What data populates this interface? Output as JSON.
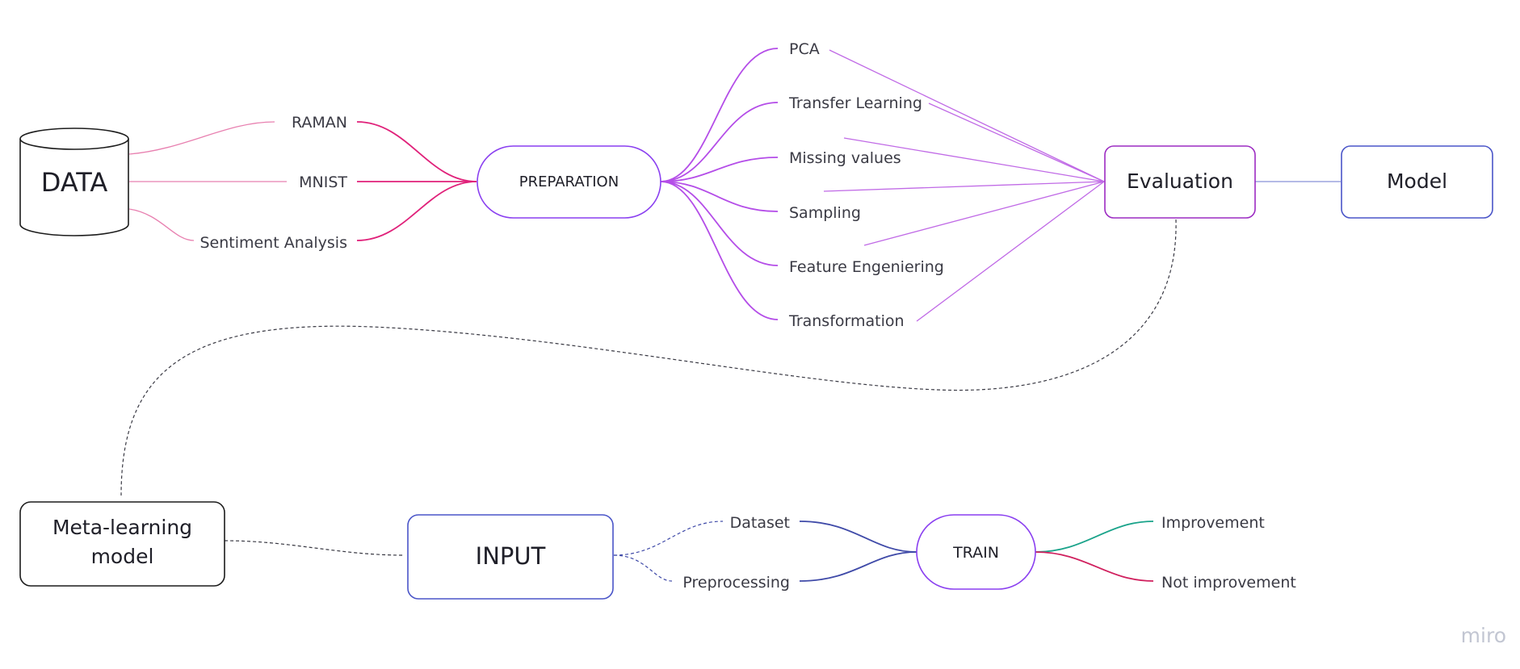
{
  "nodes": {
    "data": "DATA",
    "preparation": "PREPARATION",
    "evaluation": "Evaluation",
    "model": "Model",
    "meta_line1": "Meta-learning",
    "meta_line2": "model",
    "input": "INPUT",
    "train": "TRAIN"
  },
  "data_sources": [
    "RAMAN",
    "MNIST",
    "Sentiment Analysis"
  ],
  "preparation_steps": [
    "PCA",
    "Transfer Learning",
    "Missing values",
    "Sampling",
    "Feature Engeniering",
    "Transformation"
  ],
  "input_items": [
    "Dataset",
    "Preprocessing"
  ],
  "train_outcomes": [
    "Improvement",
    "Not improvement"
  ],
  "watermark": "miro",
  "colors": {
    "data_branch": "#e0217a",
    "data_branch_light": "#e880b0",
    "prep_branch": "#b44de8",
    "prep_node_border": "#8a3ff0",
    "eval_branch": "#c06ae6",
    "eval_border": "#9c2bc2",
    "model_border": "#4a55c8",
    "eval_model_link": "#8890d8",
    "input_border": "#4a55c8",
    "input_branch": "#3f4aa8",
    "train_border": "#8a3ff0",
    "improvement": "#1aa38a",
    "not_improvement": "#d0205e",
    "dashed": "#3a3a44",
    "black_border": "#1c1c1c",
    "watermark": "#c2c6d2"
  }
}
